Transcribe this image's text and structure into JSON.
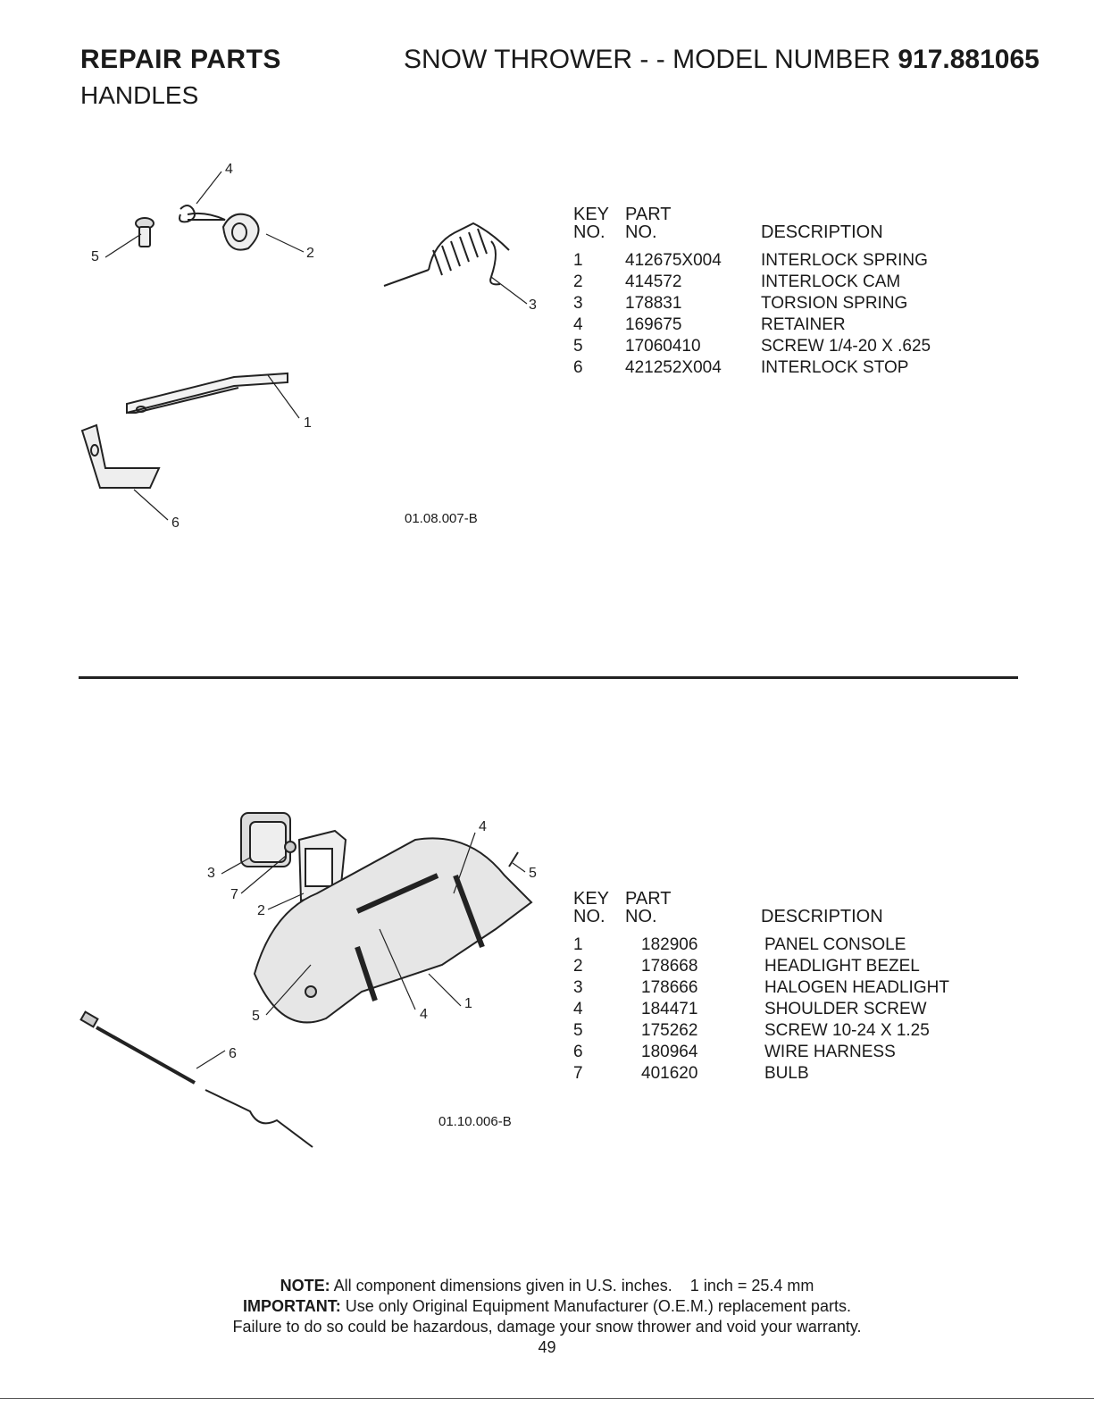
{
  "header": {
    "left": "REPAIR PARTS",
    "right_prefix": "SNOW THROWER - - MODEL NUMBER",
    "model_number": "917.881065",
    "section": "HANDLES"
  },
  "table_headers": {
    "key_line1": "KEY",
    "key_line2": "NO.",
    "part_line1": "PART",
    "part_line2": "NO.",
    "description": "DESCRIPTION"
  },
  "diagram1": {
    "figure_code": "01.08.007-B",
    "callouts": [
      "1",
      "2",
      "3",
      "4",
      "5",
      "6"
    ],
    "parts": [
      {
        "key": "1",
        "part": "412675X004",
        "description": "INTERLOCK SPRING"
      },
      {
        "key": "2",
        "part": "414572",
        "description": "INTERLOCK CAM"
      },
      {
        "key": "3",
        "part": "178831",
        "description": "TORSION SPRING"
      },
      {
        "key": "4",
        "part": "169675",
        "description": "RETAINER"
      },
      {
        "key": "5",
        "part": "17060410",
        "description": "SCREW 1/4-20 X .625"
      },
      {
        "key": "6",
        "part": "421252X004",
        "description": "INTERLOCK STOP"
      }
    ]
  },
  "diagram2": {
    "figure_code": "01.10.006-B",
    "callouts": [
      "3",
      "7",
      "2",
      "4",
      "5",
      "1",
      "4",
      "5",
      "6"
    ],
    "parts": [
      {
        "key": "1",
        "part": "182906",
        "description": "PANEL CONSOLE"
      },
      {
        "key": "2",
        "part": "178668",
        "description": "HEADLIGHT BEZEL"
      },
      {
        "key": "3",
        "part": "178666",
        "description": "HALOGEN HEADLIGHT"
      },
      {
        "key": "4",
        "part": "184471",
        "description": "SHOULDER SCREW"
      },
      {
        "key": "5",
        "part": "175262",
        "description": "SCREW 10-24 X 1.25"
      },
      {
        "key": "6",
        "part": "180964",
        "description": "WIRE HARNESS"
      },
      {
        "key": "7",
        "part": "401620",
        "description": "BULB"
      }
    ]
  },
  "footer": {
    "note_label": "NOTE:",
    "note_text": "All component dimensions given in U.S. inches.    1 inch = 25.4 mm",
    "important_label": "IMPORTANT:",
    "important_text": "Use only Original Equipment Manufacturer (O.E.M.) replacement parts.",
    "warning": "Failure to do so could be hazardous, damage your snow thrower and void your warranty.",
    "page_number": "49"
  }
}
